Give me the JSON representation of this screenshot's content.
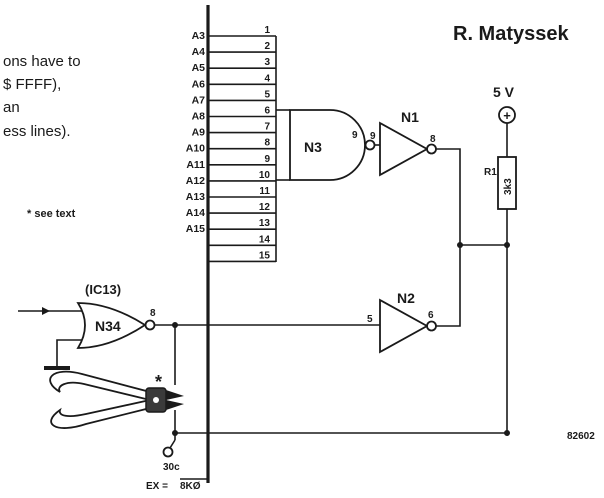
{
  "author": "R. Matyssek",
  "figure_number": "82602",
  "note": "* see text",
  "text_fragment_lines": [
    "ons have to",
    "$ FFFF),",
    "an",
    "ess lines)."
  ],
  "address_lines": [
    "A3",
    "A4",
    "A5",
    "A6",
    "A7",
    "A8",
    "A9",
    "A10",
    "A11",
    "A12",
    "A13",
    "A14",
    "A15"
  ],
  "connector_pins": [
    "1",
    "2",
    "3",
    "4",
    "5",
    "6",
    "7",
    "8",
    "9",
    "10",
    "11",
    "12",
    "13",
    "14",
    "15"
  ],
  "gates": {
    "n3": {
      "name": "N3",
      "out_pin": "9"
    },
    "n1": {
      "name": "N1",
      "in_pin": "9",
      "out_pin": "8"
    },
    "n2": {
      "name": "N2",
      "in_pin": "5",
      "out_pin": "6"
    },
    "n34": {
      "name": "N34",
      "ic": "(IC13)",
      "out_pin": "8"
    }
  },
  "supply": {
    "label": "5 V",
    "symbol": "+"
  },
  "resistor": {
    "name": "R1",
    "value": "3k3"
  },
  "asterisk": "*",
  "connector_30c": "30c",
  "ex_label": "EX = ",
  "ex_value": "8KØ"
}
